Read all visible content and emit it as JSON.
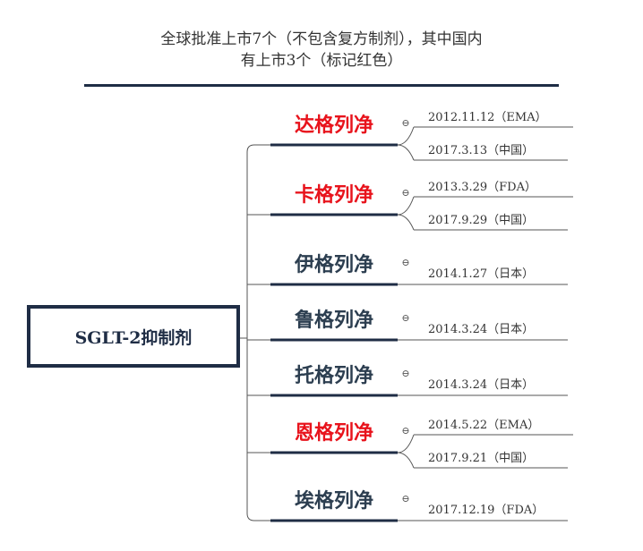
{
  "header": {
    "line1": "全球批准上市7个（不包含复方制剂），其中国内",
    "line2": "有上市3个（标记红色）"
  },
  "root": {
    "label": "SGLT-2抑制剂"
  },
  "colors": {
    "dark": "#1f2d45",
    "red": "#e8131c"
  },
  "drugs": [
    {
      "name": "达格列净",
      "china": true,
      "icon": "collapse-icon",
      "dates": [
        "2012.11.12（EMA）",
        "2017.3.13（中国）"
      ]
    },
    {
      "name": "卡格列净",
      "china": true,
      "icon": "collapse-icon",
      "dates": [
        "2013.3.29（FDA）",
        "2017.9.29（中国）"
      ]
    },
    {
      "name": "伊格列净",
      "china": false,
      "icon": "collapse-icon",
      "dates": [
        "2014.1.27（日本）"
      ]
    },
    {
      "name": "鲁格列净",
      "china": false,
      "icon": "collapse-icon",
      "dates": [
        "2014.3.24（日本）"
      ]
    },
    {
      "name": "托格列净",
      "china": false,
      "icon": "collapse-icon",
      "dates": [
        "2014.3.24（日本）"
      ]
    },
    {
      "name": "恩格列净",
      "china": true,
      "icon": "collapse-icon",
      "dates": [
        "2014.5.22（EMA）",
        "2017.9.21（中国）"
      ]
    },
    {
      "name": "埃格列净",
      "china": false,
      "icon": "collapse-icon",
      "dates": [
        "2017.12.19（FDA）"
      ]
    }
  ]
}
